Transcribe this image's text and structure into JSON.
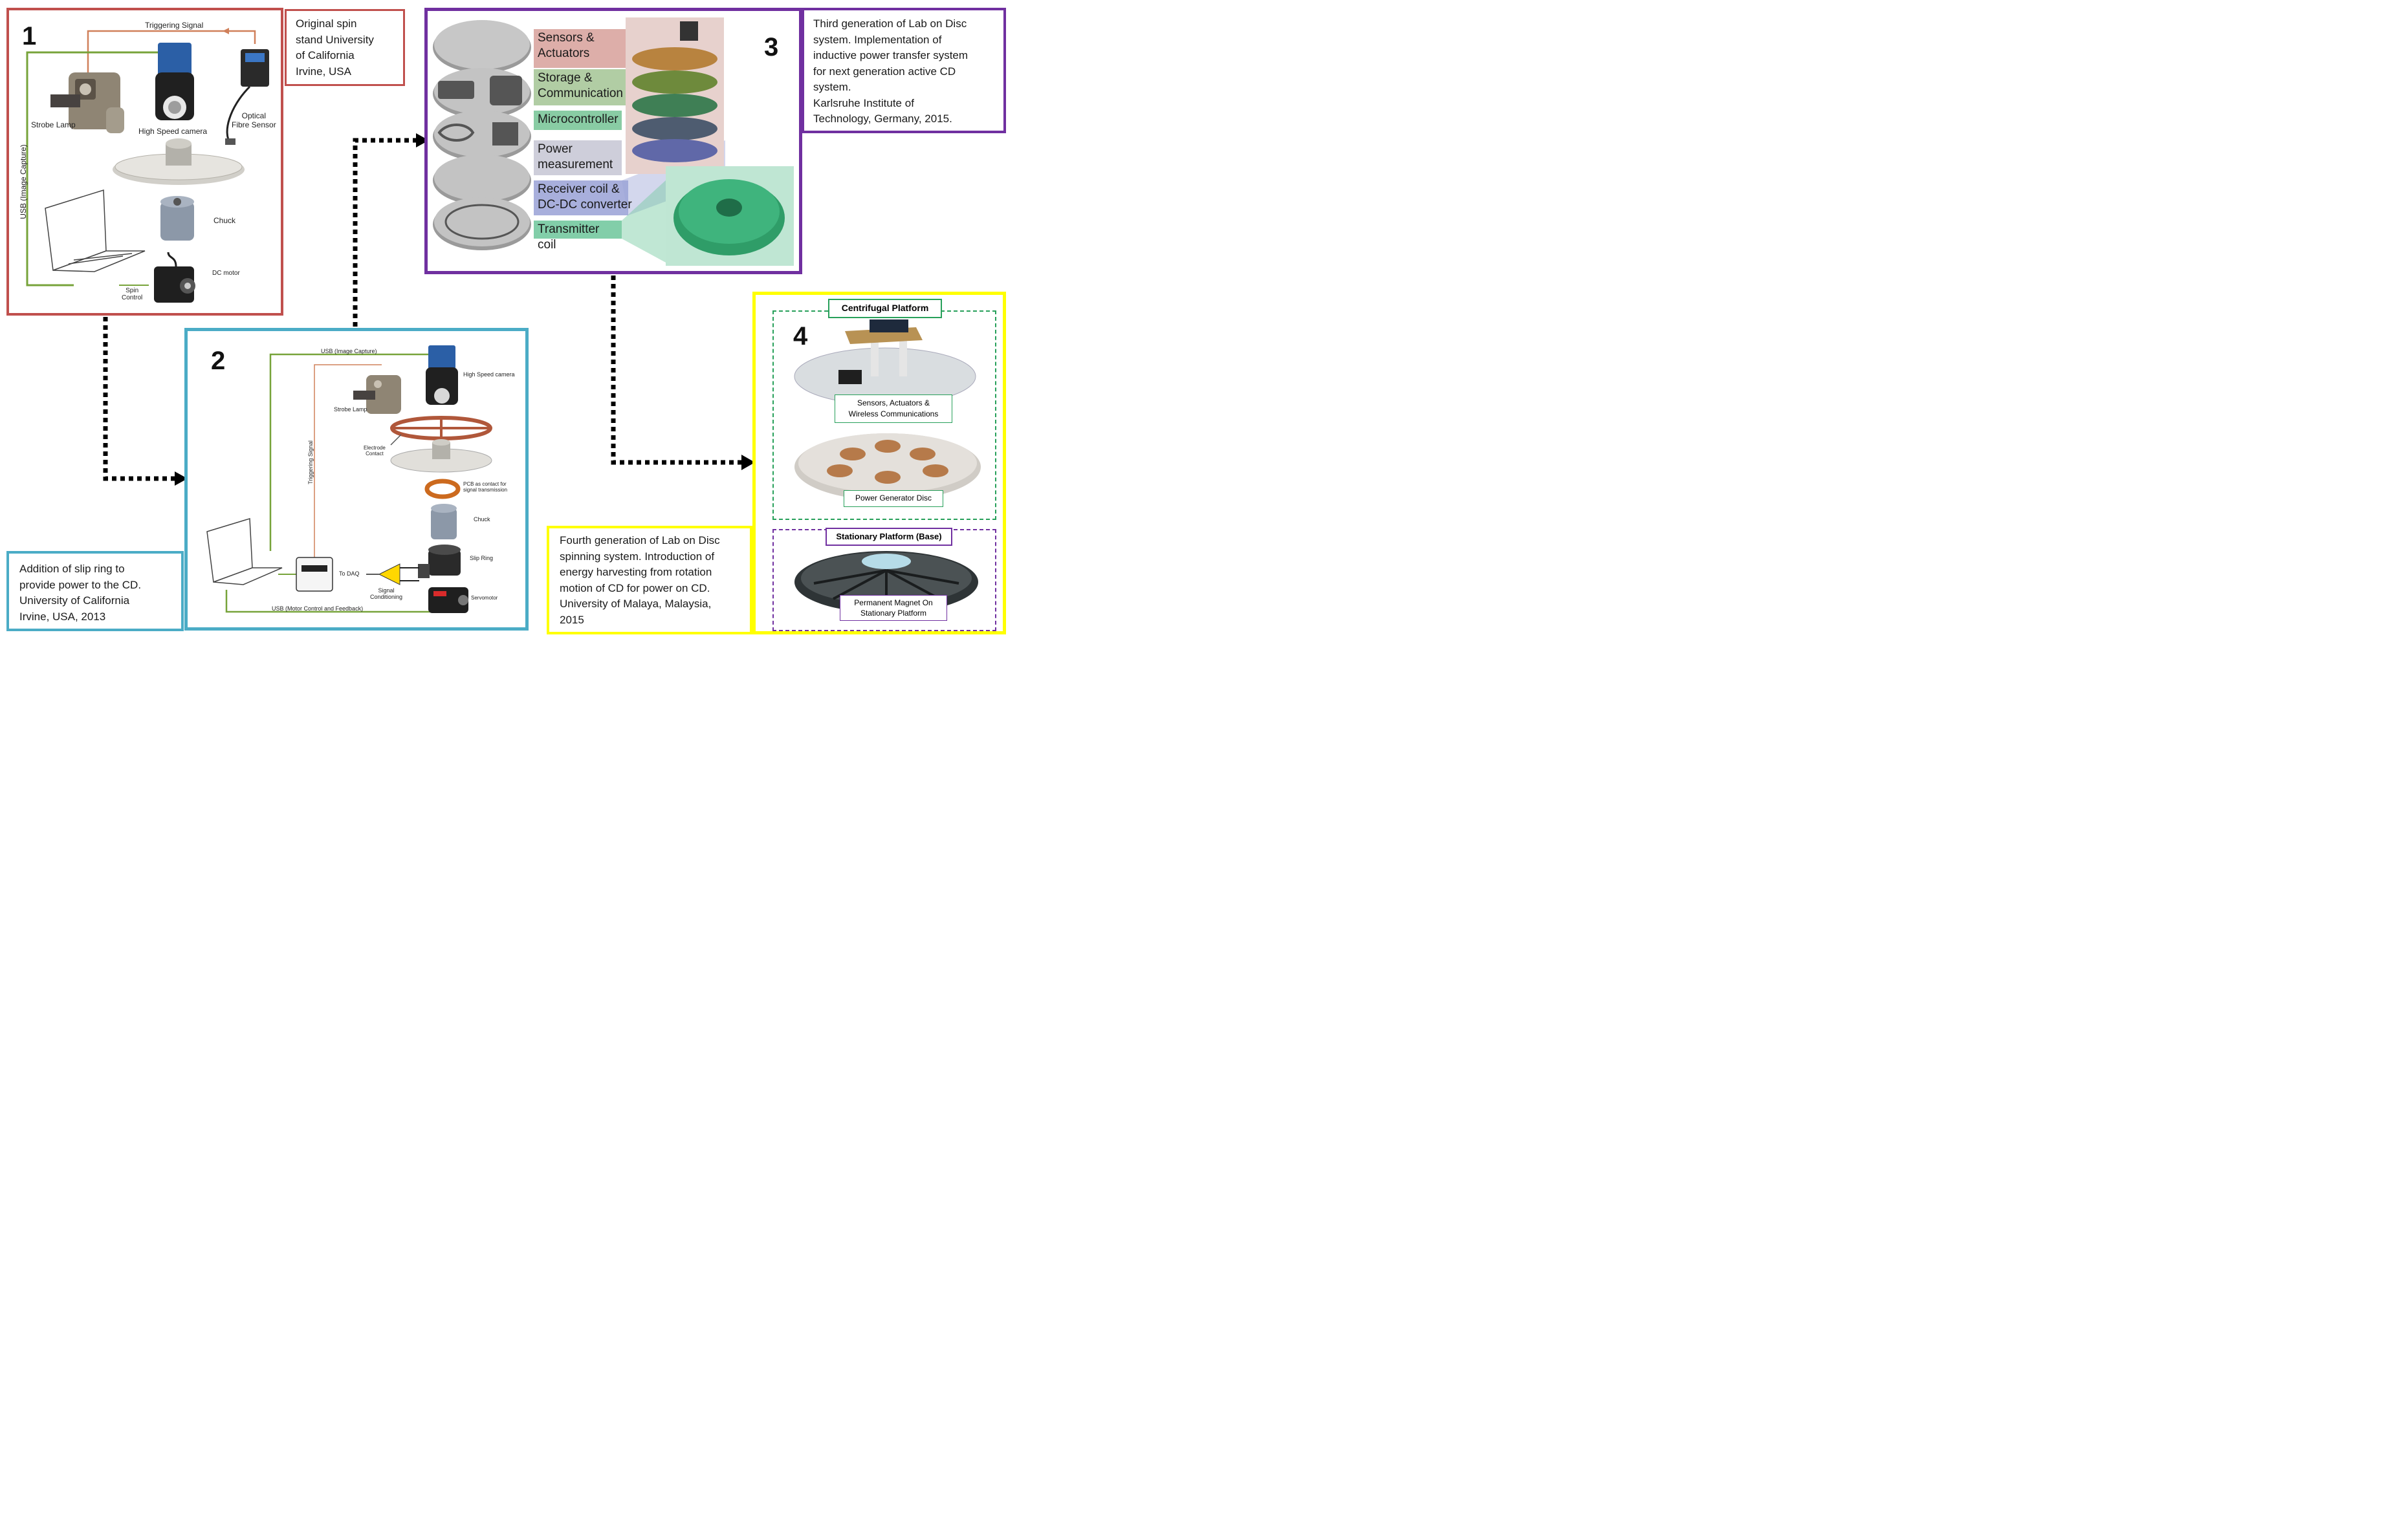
{
  "colors": {
    "panel1": "#c0504d",
    "panel2": "#4bacc6",
    "panel3": "#7030a0",
    "panel4": "#ffff00",
    "wire_green": "#77a33a",
    "wire_orange": "#d0805a",
    "arrow_dots": "#000000"
  },
  "panel1": {
    "number": "1",
    "caption": "Original spin\nstand University\nof California\nIrvine, USA",
    "labels": {
      "triggering_signal": "Triggering Signal",
      "strobe_lamp": "Strobe Lamp",
      "high_speed_camera": "High Speed camera",
      "optical_fibre_sensor": "Optical\nFibre Sensor",
      "usb_image_capture": "USB (Image Capture)",
      "chuck": "Chuck",
      "dc_motor": "DC motor",
      "spin_control": "Spin\nControl"
    }
  },
  "panel2": {
    "number": "2",
    "caption": "Addition of slip ring to\nprovide power  to the CD.\n University of California\nIrvine, USA, 2013",
    "labels": {
      "usb_image_capture": "USB (Image Capture)",
      "high_speed_camera": "High Speed camera",
      "strobe_lamp": "Strobe Lamp",
      "triggering_signal": "Triggering Signal",
      "electrode_contact": "Electrode\nContact",
      "pcb_contact": "PCB as contact for\nsignal transmission",
      "chuck": "Chuck",
      "to_daq": "To DAQ",
      "slip_ring": "Slip Ring",
      "signal_conditioning": "Signal\nConditioning",
      "servomotor": "Servomotor",
      "usb_motor_control": "USB (Motor Control and Feedback)"
    }
  },
  "panel3": {
    "number": "3",
    "caption": "Third generation of Lab on Disc\nsystem. Implementation of\ninductive power transfer system\nfor next generation active CD\nsystem.\nKarlsruhe Institute of\nTechnology, Germany, 2015.",
    "layers": [
      {
        "label": "Sensors &\nActuators",
        "color": "#d9a5a0"
      },
      {
        "label": "Storage &\nCommunication",
        "color": "#a8c89a"
      },
      {
        "label": "Microcontroller",
        "color": "#7cc79a"
      },
      {
        "label": "Power\nmeasurement",
        "color": "#c9c9d6"
      },
      {
        "label": "Receiver coil &\nDC-DC converter",
        "color": "#9ea6d8"
      },
      {
        "label": "Transmitter coil",
        "color": "#74c9a0"
      }
    ]
  },
  "panel4": {
    "number": "4",
    "caption": "Fourth generation of Lab on Disc\nspinning system. Introduction of\nenergy harvesting from rotation\nmotion of CD for power on CD.\n University of Malaya, Malaysia,\n2015",
    "centrifugal_platform": "Centrifugal Platform",
    "sensors_box": "Sensors, Actuators &\nWireless Communications",
    "power_generator_disc": "Power Generator Disc",
    "stationary_platform": "Stationary Platform (Base)",
    "permanent_magnet": "Permanent Magnet On\nStationary Platform"
  }
}
